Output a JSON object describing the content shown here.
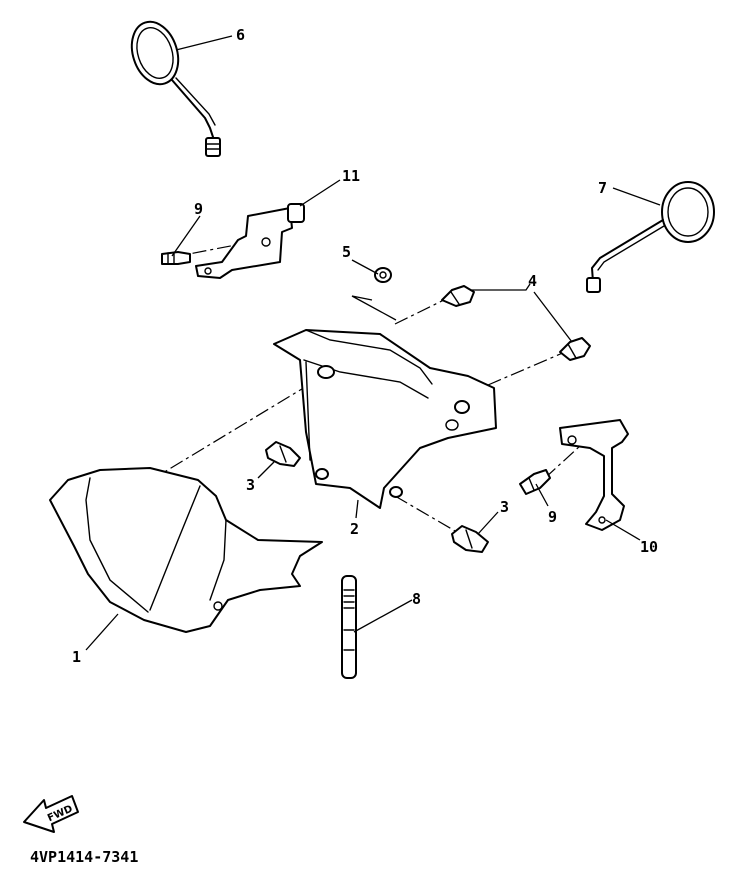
{
  "diagram": {
    "callouts": {
      "p1": "1",
      "p2": "2",
      "p3a": "3",
      "p3b": "3",
      "p4": "4",
      "p5": "5",
      "p6": "6",
      "p7": "7",
      "p8": "8",
      "p9a": "9",
      "p9b": "9",
      "p10": "10",
      "p11": "11"
    },
    "forward_label": "FWD",
    "diagram_code": "4VP1414-7341"
  }
}
